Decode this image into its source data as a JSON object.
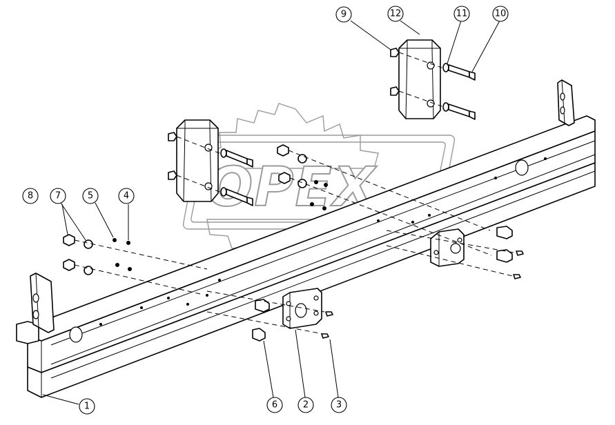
{
  "watermark": {
    "text": "OPEX"
  },
  "callouts": [
    {
      "id": "1",
      "label": "1"
    },
    {
      "id": "2",
      "label": "2"
    },
    {
      "id": "3",
      "label": "3"
    },
    {
      "id": "4",
      "label": "4"
    },
    {
      "id": "5",
      "label": "5"
    },
    {
      "id": "6",
      "label": "6"
    },
    {
      "id": "7",
      "label": "7"
    },
    {
      "id": "8",
      "label": "8"
    },
    {
      "id": "9",
      "label": "9"
    },
    {
      "id": "10",
      "label": "10"
    },
    {
      "id": "11",
      "label": "11"
    },
    {
      "id": "12",
      "label": "12"
    }
  ]
}
